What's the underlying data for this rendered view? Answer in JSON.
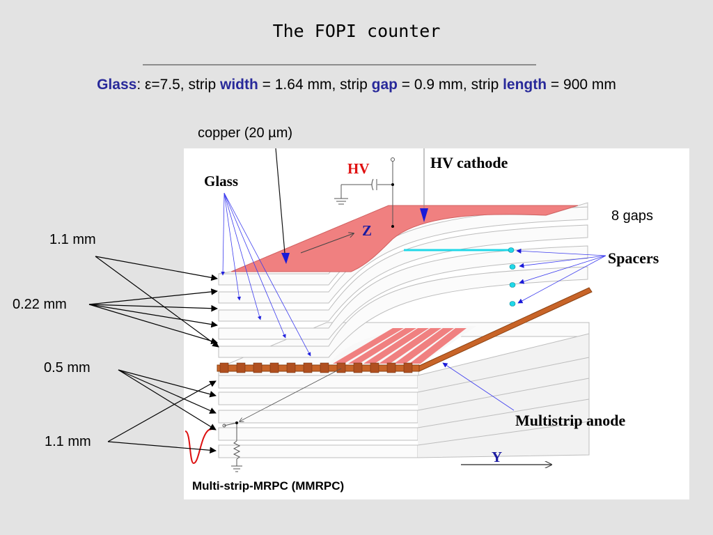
{
  "title": "The FOPI counter",
  "specs": {
    "glass_kw": "Glass",
    "eps": ": ε=7.5, strip ",
    "width_kw": "width",
    "width_val": " = 1.64 mm, strip ",
    "gap_kw": "gap",
    "gap_val": " = 0.9 mm, strip ",
    "length_kw": "length",
    "length_val": " = 900 mm"
  },
  "labels": {
    "copper": "copper (20 µm)",
    "glass": "Glass",
    "hv": "HV",
    "hv_cathode": "HV cathode",
    "z_axis": "Z",
    "gaps": "8 gaps",
    "spacers": "Spacers",
    "multistrip_anode": "Multistrip anode",
    "y_axis": "Y",
    "caption": "Multi-strip-MRPC (MMRPC)",
    "dim_glass_top": "1.1 mm",
    "dim_gap": "0.22 mm",
    "dim_anode": "0.5 mm",
    "dim_glass_bottom": "1.1 mm"
  },
  "colors": {
    "background": "#e3e3e3",
    "keyword": "#28299a",
    "copper_electrode": "#f08080",
    "hv_label": "#e01010",
    "z_label": "#1a1aa0",
    "spacer_bar": "#20d8e8",
    "anode_strip": "#c86428",
    "pointer_blue": "#2222dd"
  }
}
